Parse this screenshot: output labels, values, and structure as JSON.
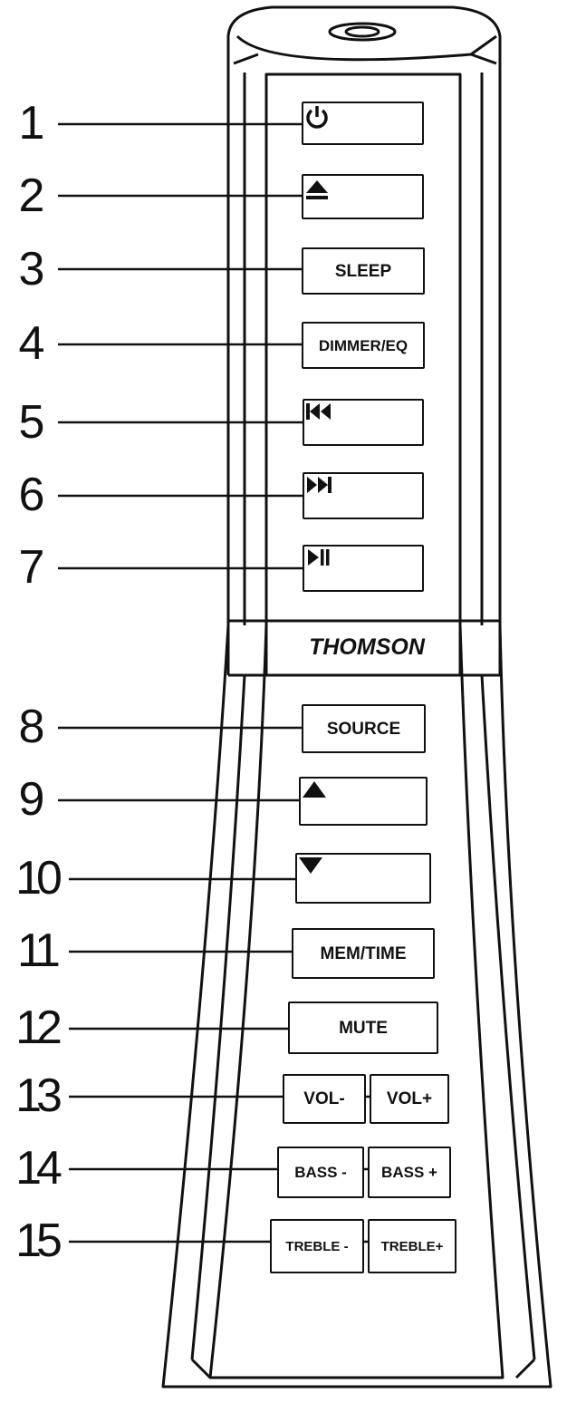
{
  "brand": "THOMSON",
  "callouts": [
    "1",
    "2",
    "3",
    "4",
    "5",
    "6",
    "7",
    "8",
    "9",
    "10",
    "11",
    "12",
    "13",
    "14",
    "15"
  ],
  "buttons": {
    "power": {
      "icon": "power-icon"
    },
    "eject": {
      "icon": "eject-icon"
    },
    "sleep": {
      "label": "SLEEP"
    },
    "dimmer_eq": {
      "label": "DIMMER/EQ"
    },
    "previous": {
      "icon": "skip-previous-icon"
    },
    "next": {
      "icon": "skip-next-icon"
    },
    "play_pause": {
      "icon": "play-pause-icon"
    },
    "source": {
      "label": "SOURCE"
    },
    "up": {
      "icon": "arrow-up-icon"
    },
    "down": {
      "icon": "arrow-down-icon"
    },
    "mem_time": {
      "label": "MEM/TIME"
    },
    "mute": {
      "label": "MUTE"
    },
    "vol_minus": {
      "label": "VOL-"
    },
    "vol_plus": {
      "label": "VOL+"
    },
    "bass_minus": {
      "label": "BASS -"
    },
    "bass_plus": {
      "label": "BASS +"
    },
    "treble_minus": {
      "label": "TREBLE -"
    },
    "treble_plus": {
      "label": "TREBLE+"
    }
  },
  "colors": {
    "ink": "#111111",
    "background": "#ffffff"
  }
}
